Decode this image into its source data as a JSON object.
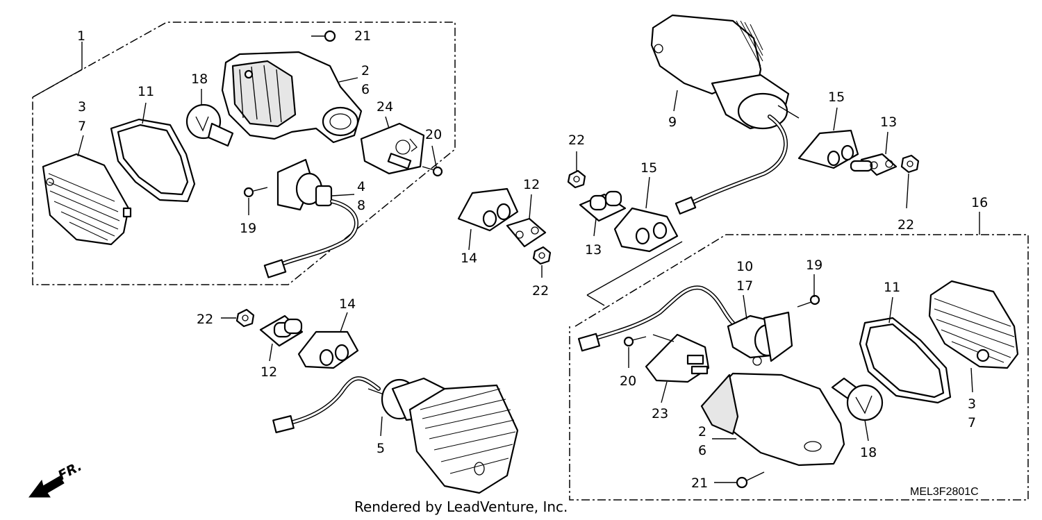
{
  "diagram": {
    "labels": {
      "l1": "1",
      "l2a": "2",
      "l6a": "6",
      "l3a": "3",
      "l7a": "7",
      "l11a": "11",
      "l18a": "18",
      "l21a": "21",
      "l24": "24",
      "l20a": "20",
      "l4": "4",
      "l8": "8",
      "l19a": "19",
      "l9": "9",
      "l15a": "15",
      "l13a": "13",
      "l22a": "22",
      "l15b": "15",
      "l22b": "22",
      "l13b": "13",
      "l12a": "12",
      "l14a": "14",
      "l22c": "22",
      "l16": "16",
      "l22d": "22",
      "l14b": "14",
      "l12b": "12",
      "l5": "5",
      "l10": "10",
      "l17": "17",
      "l19b": "19",
      "l11b": "11",
      "l3b": "3",
      "l7b": "7",
      "l20b": "20",
      "l23": "23",
      "l2b": "2",
      "l6b": "6",
      "l18b": "18",
      "l21b": "21"
    },
    "direction_marker": "FR.",
    "footer_text": "Rendered by LeadVenture, Inc.",
    "diagram_code": "MEL3F2801C"
  }
}
